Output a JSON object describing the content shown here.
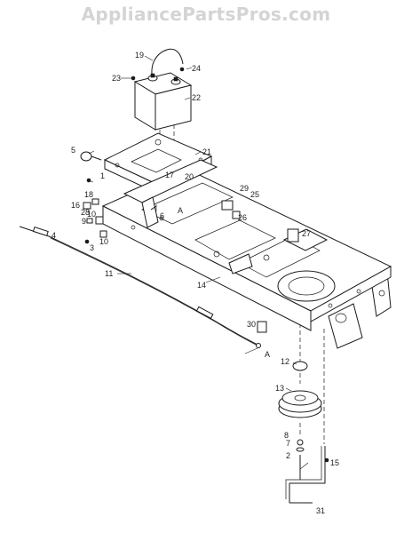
{
  "watermark": "AppliancePartsPros.com",
  "callouts": [
    "1",
    "2",
    "3",
    "4",
    "5",
    "6",
    "7",
    "8",
    "9",
    "10",
    "10",
    "11",
    "12",
    "13",
    "14",
    "15",
    "16",
    "17",
    "18",
    "19",
    "20",
    "21",
    "22",
    "23",
    "24",
    "25",
    "26",
    "27",
    "28",
    "29",
    "30",
    "31",
    "A",
    "A"
  ],
  "colors": {
    "ink": "#1a1a1a",
    "watermark": "#d4d4d4",
    "background": "#ffffff"
  }
}
